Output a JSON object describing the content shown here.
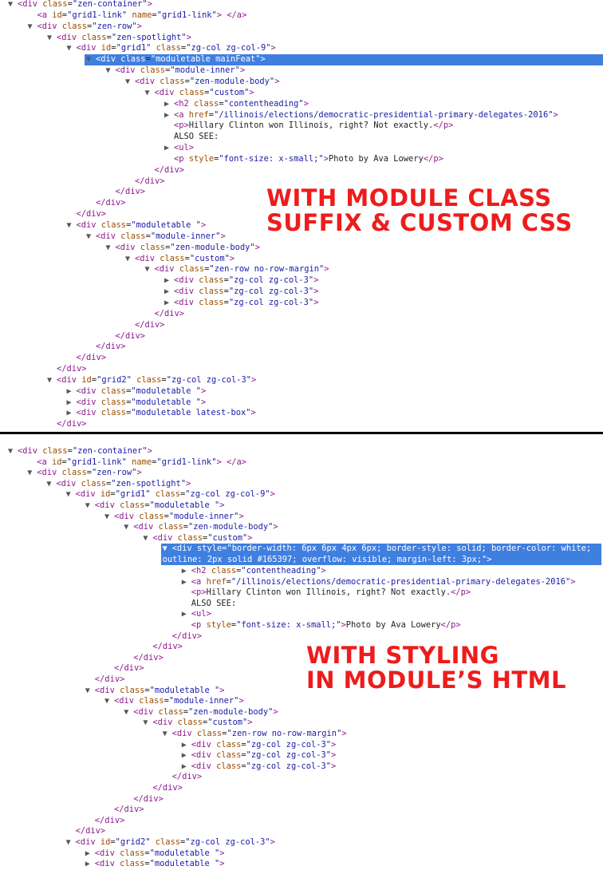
{
  "top_panel": {
    "lines": [
      {
        "i": 0,
        "tri": "down",
        "text": "<div class=\"zen-container\">"
      },
      {
        "i": 1,
        "tri": "",
        "text": "<a id=\"grid1-link\" name=\"grid1-link\"> </a>"
      },
      {
        "i": 1,
        "tri": "down",
        "text": "<div class=\"zen-row\">"
      },
      {
        "i": 2,
        "tri": "down",
        "text": "<div class=\"zen-spotlight\">"
      },
      {
        "i": 3,
        "tri": "down",
        "text": "<div id=\"grid1\" class=\"zg-col zg-col-9\">"
      },
      {
        "i": 4,
        "tri": "down",
        "text": "<div class=\"moduletable mainFeat\">",
        "sel": true
      },
      {
        "i": 5,
        "tri": "down",
        "text": "<div class=\"module-inner\">"
      },
      {
        "i": 6,
        "tri": "down",
        "text": "<div class=\"zen-module-body\">"
      },
      {
        "i": 7,
        "tri": "down",
        "text": "<div class=\"custom\">"
      },
      {
        "i": 8,
        "tri": "right",
        "text": "<h2 class=\"contentheading\">"
      },
      {
        "i": 8,
        "tri": "right",
        "text": "<a href=\"/illinois/elections/democratic-presidential-primary-delegates-2016\">"
      },
      {
        "i": 8,
        "tri": "",
        "text": "<p>Hillary Clinton won Illinois, right? Not exactly.</p>"
      },
      {
        "i": 8,
        "tri": "",
        "text": "ALSO SEE:"
      },
      {
        "i": 8,
        "tri": "right",
        "text": "<ul>"
      },
      {
        "i": 8,
        "tri": "",
        "text": "<p style=\"font-size: x-small;\">Photo by Ava Lowery</p>"
      },
      {
        "i": 7,
        "tri": "",
        "text": "</div>"
      },
      {
        "i": 6,
        "tri": "",
        "text": "</div>"
      },
      {
        "i": 5,
        "tri": "",
        "text": "</div>"
      },
      {
        "i": 4,
        "tri": "",
        "text": "</div>"
      },
      {
        "i": 3,
        "tri": "",
        "text": "</div>"
      },
      {
        "i": 3,
        "tri": "down",
        "text": "<div class=\"moduletable \">"
      },
      {
        "i": 4,
        "tri": "down",
        "text": "<div class=\"module-inner\">"
      },
      {
        "i": 5,
        "tri": "down",
        "text": "<div class=\"zen-module-body\">"
      },
      {
        "i": 6,
        "tri": "down",
        "text": "<div class=\"custom\">"
      },
      {
        "i": 7,
        "tri": "down",
        "text": "<div class=\"zen-row no-row-margin\">"
      },
      {
        "i": 8,
        "tri": "right",
        "text": "<div class=\"zg-col zg-col-3\">"
      },
      {
        "i": 8,
        "tri": "right",
        "text": "<div class=\"zg-col zg-col-3\">"
      },
      {
        "i": 8,
        "tri": "right",
        "text": "<div class=\"zg-col zg-col-3\">"
      },
      {
        "i": 7,
        "tri": "",
        "text": "</div>"
      },
      {
        "i": 6,
        "tri": "",
        "text": "</div>"
      },
      {
        "i": 5,
        "tri": "",
        "text": "</div>"
      },
      {
        "i": 4,
        "tri": "",
        "text": "</div>"
      },
      {
        "i": 3,
        "tri": "",
        "text": "</div>"
      },
      {
        "i": 2,
        "tri": "",
        "text": "</div>"
      },
      {
        "i": 2,
        "tri": "down",
        "text": "<div id=\"grid2\" class=\"zg-col zg-col-3\">"
      },
      {
        "i": 3,
        "tri": "right",
        "text": "<div class=\"moduletable \">"
      },
      {
        "i": 3,
        "tri": "right",
        "text": "<div class=\"moduletable \">"
      },
      {
        "i": 3,
        "tri": "right",
        "text": "<div class=\"moduletable latest-box\">"
      },
      {
        "i": 2,
        "tri": "",
        "text": "</div>"
      }
    ],
    "overlay": [
      "WITH MODULE CLASS",
      "SUFFIX & CUSTOM CSS"
    ]
  },
  "bottom_panel": {
    "lines": [
      {
        "i": 0,
        "tri": "down",
        "text": "<div class=\"zen-container\">"
      },
      {
        "i": 1,
        "tri": "",
        "text": "<a id=\"grid1-link\" name=\"grid1-link\"> </a>"
      },
      {
        "i": 1,
        "tri": "down",
        "text": "<div class=\"zen-row\">"
      },
      {
        "i": 2,
        "tri": "down",
        "text": "<div class=\"zen-spotlight\">"
      },
      {
        "i": 3,
        "tri": "down",
        "text": "<div id=\"grid1\" class=\"zg-col zg-col-9\">"
      },
      {
        "i": 4,
        "tri": "down",
        "text": "<div class=\"moduletable \">"
      },
      {
        "i": 5,
        "tri": "down",
        "text": "<div class=\"module-inner\">"
      },
      {
        "i": 6,
        "tri": "down",
        "text": "<div class=\"zen-module-body\">"
      },
      {
        "i": 7,
        "tri": "down",
        "text": "<div class=\"custom\">"
      },
      {
        "i": 8,
        "tri": "down",
        "text": "<div style=\"border-width: 6px 6px 4px 6px; border-style: solid; border-color: white; outline: 2px solid #165397; overflow: visible; margin-left: 3px;\">",
        "sel": true,
        "wrap": true
      },
      {
        "i": 9,
        "tri": "right",
        "text": "<h2 class=\"contentheading\">"
      },
      {
        "i": 9,
        "tri": "right",
        "text": "<a href=\"/illinois/elections/democratic-presidential-primary-delegates-2016\">"
      },
      {
        "i": 9,
        "tri": "",
        "text": "<p>Hillary Clinton won Illinois, right? Not exactly.</p>"
      },
      {
        "i": 9,
        "tri": "",
        "text": "ALSO SEE:"
      },
      {
        "i": 9,
        "tri": "right",
        "text": "<ul>"
      },
      {
        "i": 9,
        "tri": "",
        "text": "<p style=\"font-size: x-small;\">Photo by Ava Lowery</p>"
      },
      {
        "i": 8,
        "tri": "",
        "text": "</div>"
      },
      {
        "i": 7,
        "tri": "",
        "text": "</div>"
      },
      {
        "i": 6,
        "tri": "",
        "text": "</div>"
      },
      {
        "i": 5,
        "tri": "",
        "text": "</div>"
      },
      {
        "i": 4,
        "tri": "",
        "text": "</div>"
      },
      {
        "i": 4,
        "tri": "down",
        "text": "<div class=\"moduletable \">"
      },
      {
        "i": 5,
        "tri": "down",
        "text": "<div class=\"module-inner\">"
      },
      {
        "i": 6,
        "tri": "down",
        "text": "<div class=\"zen-module-body\">"
      },
      {
        "i": 7,
        "tri": "down",
        "text": "<div class=\"custom\">"
      },
      {
        "i": 8,
        "tri": "down",
        "text": "<div class=\"zen-row no-row-margin\">"
      },
      {
        "i": 9,
        "tri": "right",
        "text": "<div class=\"zg-col zg-col-3\">"
      },
      {
        "i": 9,
        "tri": "right",
        "text": "<div class=\"zg-col zg-col-3\">"
      },
      {
        "i": 9,
        "tri": "right",
        "text": "<div class=\"zg-col zg-col-3\">"
      },
      {
        "i": 8,
        "tri": "",
        "text": "</div>"
      },
      {
        "i": 7,
        "tri": "",
        "text": "</div>"
      },
      {
        "i": 6,
        "tri": "",
        "text": "</div>"
      },
      {
        "i": 5,
        "tri": "",
        "text": "</div>"
      },
      {
        "i": 4,
        "tri": "",
        "text": "</div>"
      },
      {
        "i": 3,
        "tri": "",
        "text": "</div>"
      },
      {
        "i": 3,
        "tri": "down",
        "text": "<div id=\"grid2\" class=\"zg-col zg-col-3\">"
      },
      {
        "i": 4,
        "tri": "right",
        "text": "<div class=\"moduletable \">"
      },
      {
        "i": 4,
        "tri": "right",
        "text": "<div class=\"moduletable \">"
      }
    ],
    "overlay": [
      "WITH STYLING",
      "IN MODULE’S HTML"
    ]
  },
  "colors": {
    "selection": "#3f7fe0",
    "overlay_text": "#ee1c1c",
    "tag": "#8b1a8b",
    "attr": "#9a4d00",
    "value": "#1a1aa6"
  }
}
